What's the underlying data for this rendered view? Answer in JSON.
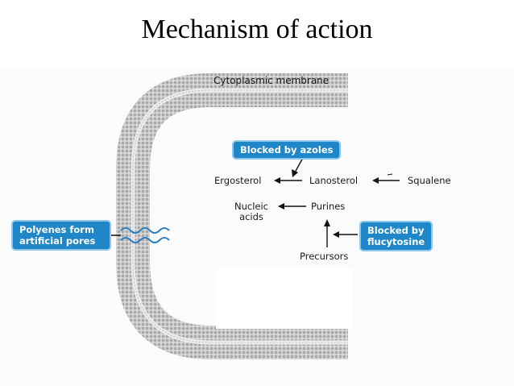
{
  "title": "Mechanism of action",
  "diagram": {
    "membrane_label": "Cytoplasmic membrane",
    "callouts": {
      "azoles": "Blocked by azoles",
      "flucytosine_line1": "Blocked by",
      "flucytosine_line2": "flucytosine",
      "polyenes_line1": "Polyenes form",
      "polyenes_line2": "artificial pores"
    },
    "nodes": {
      "ergosterol": "Ergosterol",
      "lanosterol": "Lanosterol",
      "squalene": "Squalene",
      "nucleic_line1": "Nucleic",
      "nucleic_line2": "acids",
      "purines": "Purines",
      "precursors": "Precursors"
    },
    "colors": {
      "callout_fill": "#1f86c7",
      "callout_border": "#8cc6ea",
      "membrane": "#b4b4b4",
      "pore_lines": "#2a7fc1"
    }
  }
}
